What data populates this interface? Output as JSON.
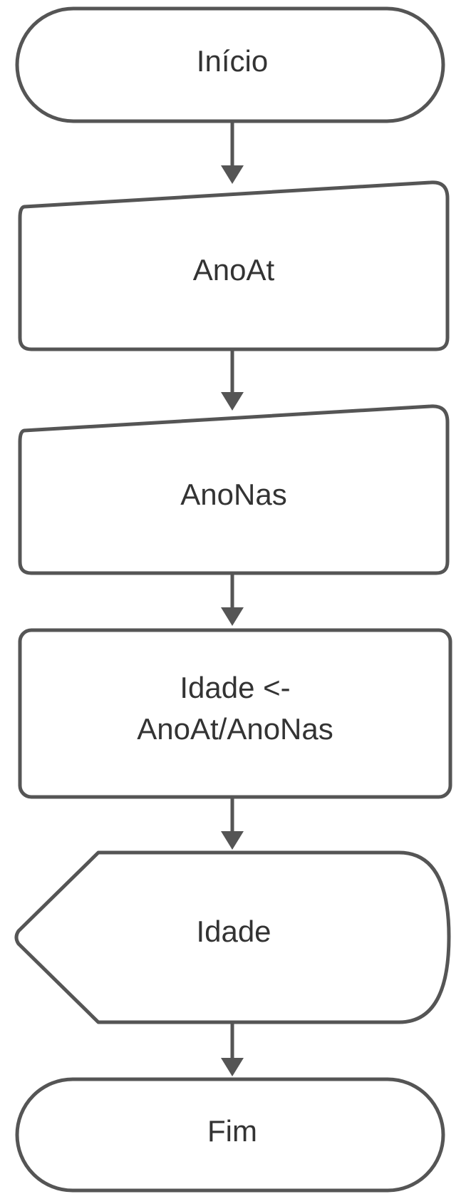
{
  "nodes": {
    "start": {
      "label": "Início"
    },
    "input_ano_atual": {
      "label": "AnoAt"
    },
    "input_ano_nasc": {
      "label": "AnoNas"
    },
    "process_idade": {
      "line1": "Idade <-",
      "line2": "AnoAt/AnoNas"
    },
    "display_idade": {
      "label": "Idade"
    },
    "end": {
      "label": "Fim"
    }
  },
  "colors": {
    "stroke": "#555555",
    "text": "#333333",
    "fill": "#ffffff"
  }
}
